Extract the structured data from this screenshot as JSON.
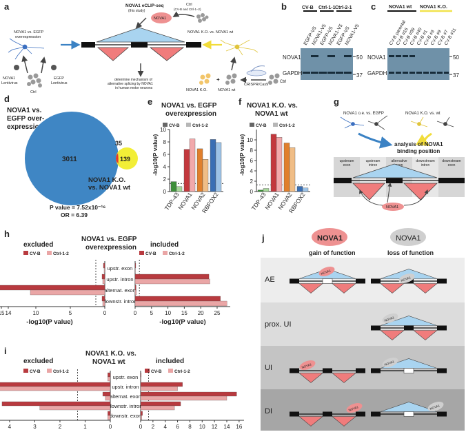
{
  "panels": {
    "a": {
      "label": "a",
      "eclip_title": "NOVA1 eCLIP-seq",
      "eclip_sub": "(this study)",
      "ctrl_top": "Ctrl",
      "ctrl_top_sub": "(CV-B and Ctrl-1–2)",
      "nova1_blob": "NOVA1",
      "left_caption_1": "NOVA1 vs. EGFP",
      "left_caption_2": "overexpression",
      "right_caption": "NOVA1 K.O. vs. NOVA1 wt",
      "lenti_left_1": "NOVA1",
      "lenti_left_2": "Lentivirus",
      "lenti_right_1": "EGFP",
      "lenti_right_2": "Lentivirus",
      "ctrl_bottom_left": "Ctrl",
      "mechanism_1": "determine mechanism of",
      "mechanism_2": "alternative splicing by NOVA1",
      "mechanism_3": "in human motor neurons",
      "ko_label": "NOVA1 K.O.",
      "wt_label": "NOVA1 wt",
      "crispr": "CRISPR/Cas9",
      "ctrl_right": "Ctrl"
    },
    "b": {
      "label": "b",
      "groups": [
        "CV-B",
        "Ctrl-1-1",
        "Ctrl-2-1"
      ],
      "lanes": [
        "EGFP-V5",
        "NOVA1-V5",
        "EGFP-V5",
        "NOVA1-V5",
        "EGFP-V5",
        "NOVA1-V5"
      ],
      "rows": [
        "NOVA1",
        "GAPDH"
      ],
      "kda": [
        "50",
        "37"
      ]
    },
    "c": {
      "label": "c",
      "groups": [
        "NOVA1 wt",
        "NOVA1 K.O."
      ],
      "lanes": [
        "CV-B parental",
        "CV-B #16",
        "CV-B #39",
        "CV-B #40",
        "CV-B #1",
        "CV-B #3",
        "CV-B #9",
        "CV-B #7",
        "CV-B #11"
      ],
      "rows": [
        "NOVA1",
        "GAPDH"
      ],
      "kda": [
        "50",
        "37"
      ]
    },
    "d": {
      "label": "d",
      "set1_title_1": "NOVA1 vs.",
      "set1_title_2": "EGFP over-",
      "set1_title_3": "expression",
      "set2_title_1": "NOVA1 K.O.",
      "set2_title_2": "vs. NOVA1 wt",
      "only_set1": "3011",
      "overlap": "35",
      "only_set2": "139",
      "pvalue": "P value = 7.52x10⁻¹⁶",
      "or": "OR = 6.39"
    },
    "e": {
      "label": "e",
      "title_1": "NOVA1 vs. EGFP",
      "title_2": "overexpression"
    },
    "f": {
      "label": "f",
      "title_1": "NOVA1 K.O. vs.",
      "title_2": "NOVA1 wt"
    },
    "g": {
      "label": "g",
      "left_title": "NOVA1 o.e. vs. EGFP",
      "right_title": "NOVA1 K.O. vs. wt",
      "center_1": "analysis of NOVA1",
      "center_2": "binding position",
      "regions": [
        [
          "upstream",
          "exon"
        ],
        [
          "upstream",
          "intron"
        ],
        [
          "alternative",
          "exon"
        ],
        [
          "downstream",
          "intron"
        ],
        [
          "downstream",
          "exon"
        ]
      ],
      "blob": "NOVA1"
    },
    "h": {
      "label": "h",
      "title_1": "NOVA1 vs. EGFP",
      "title_2": "overexpression",
      "left_head": "excluded",
      "right_head": "included"
    },
    "i": {
      "label": "i",
      "title_1": "NOVA1 K.O. vs.",
      "title_2": "NOVA1 wt",
      "left_head": "excluded",
      "right_head": "included"
    },
    "j": {
      "label": "j",
      "gain_blob": "NOVA1",
      "loss_blob": "NOVA1",
      "gain": "gain of function",
      "loss": "loss of function",
      "rows": [
        "AE",
        "prox. UI",
        "UI",
        "DI"
      ],
      "mini_blob": "NOVA1"
    }
  },
  "colors": {
    "cvb": "#b83a3f",
    "ctrl12": "#eaa6a6",
    "venn_blue": "#3f86c4",
    "venn_yellow": "#f2ee37",
    "venn_red": "#e03a2f",
    "tri_blue": "#a9d4f0",
    "tri_red": "#f07c7c",
    "blob_red": "#ee9191",
    "blob_gray": "#cfcfcf"
  },
  "chart_data": [
    {
      "type": "bar",
      "id": "e",
      "title": "NOVA1 vs. EGFP overexpression",
      "ylabel": "-log10(P value)",
      "ylim": [
        0,
        10
      ],
      "yticks": [
        0,
        2,
        4,
        6,
        8,
        10
      ],
      "categories": [
        "TDP-43",
        "NOVA1",
        "NOVA2",
        "RBFOX2"
      ],
      "series": [
        {
          "name": "CV-B",
          "values": [
            1.6,
            6.8,
            6.9,
            8.4
          ]
        },
        {
          "name": "Ctrl-1-2",
          "values": [
            0.8,
            8.5,
            5.2,
            7.9
          ]
        }
      ],
      "legend": [
        "CV-B",
        "Ctrl-1-2"
      ],
      "threshold": 1.3
    },
    {
      "type": "bar",
      "id": "f",
      "title": "NOVA1 K.O. vs. NOVA1 wt",
      "ylabel": "-log10(P value)",
      "ylim": [
        0,
        12
      ],
      "yticks": [
        0,
        2,
        4,
        6,
        8,
        10
      ],
      "categories": [
        "TDP-43",
        "NOVA1",
        "NOVA2",
        "RBFOX2"
      ],
      "series": [
        {
          "name": "CV-B",
          "values": [
            0.3,
            11.1,
            9.4,
            1.0
          ]
        },
        {
          "name": "Ctrl-1-2",
          "values": [
            0.6,
            10.5,
            8.5,
            0.7
          ]
        }
      ],
      "legend": [
        "CV-B",
        "Ctrl-1-2"
      ],
      "threshold": 1.3
    },
    {
      "type": "bar",
      "id": "h",
      "orientation": "horizontal-mirrored",
      "categories": [
        "upstr. exon",
        "upstr. intron",
        "alternat. exon",
        "downstr. intron"
      ],
      "xlabel": "-log10(P value)",
      "left_ticks": [
        15,
        14,
        10,
        5,
        0
      ],
      "right_ticks": [
        0,
        5,
        10,
        15,
        20,
        25
      ],
      "left_max": 16,
      "right_max": 29,
      "series": [
        {
          "name": "CV-B",
          "excluded": [
            0.2,
            0.4,
            15.5,
            0.4
          ],
          "included": [
            0.2,
            22.5,
            0.3,
            26.0
          ]
        },
        {
          "name": "Ctrl-1-2",
          "excluded": [
            0.1,
            0.3,
            10.8,
            0.3
          ],
          "included": [
            0.1,
            22.8,
            0.4,
            28.0
          ]
        }
      ],
      "legend": [
        "CV-B",
        "Ctrl-1-2"
      ],
      "threshold": 1.3
    },
    {
      "type": "bar",
      "id": "i",
      "orientation": "horizontal-mirrored",
      "categories": [
        "upstr. exon",
        "upstr. intron",
        "alternat. exon",
        "downstr. intron",
        "downstr. exon"
      ],
      "xlabel": "-log10(P value)",
      "left_ticks": [
        4,
        3,
        2,
        1,
        0
      ],
      "right_ticks": [
        0,
        2,
        4,
        6,
        8,
        10,
        12,
        14,
        16
      ],
      "left_max": 4.6,
      "right_max": 16.8,
      "series": [
        {
          "name": "CV-B",
          "excluded": [
            0.1,
            4.6,
            0.3,
            4.3,
            0.1
          ],
          "included": [
            0.1,
            6.8,
            15.6,
            6.5,
            0.3
          ]
        },
        {
          "name": "Ctrl-1-2",
          "excluded": [
            0.1,
            4.5,
            0.2,
            2.8,
            0.1
          ],
          "included": [
            0.1,
            6.0,
            14.0,
            5.5,
            0.2
          ]
        }
      ],
      "legend": [
        "CV-B",
        "Ctrl-1-2"
      ],
      "threshold": 1.3
    }
  ]
}
